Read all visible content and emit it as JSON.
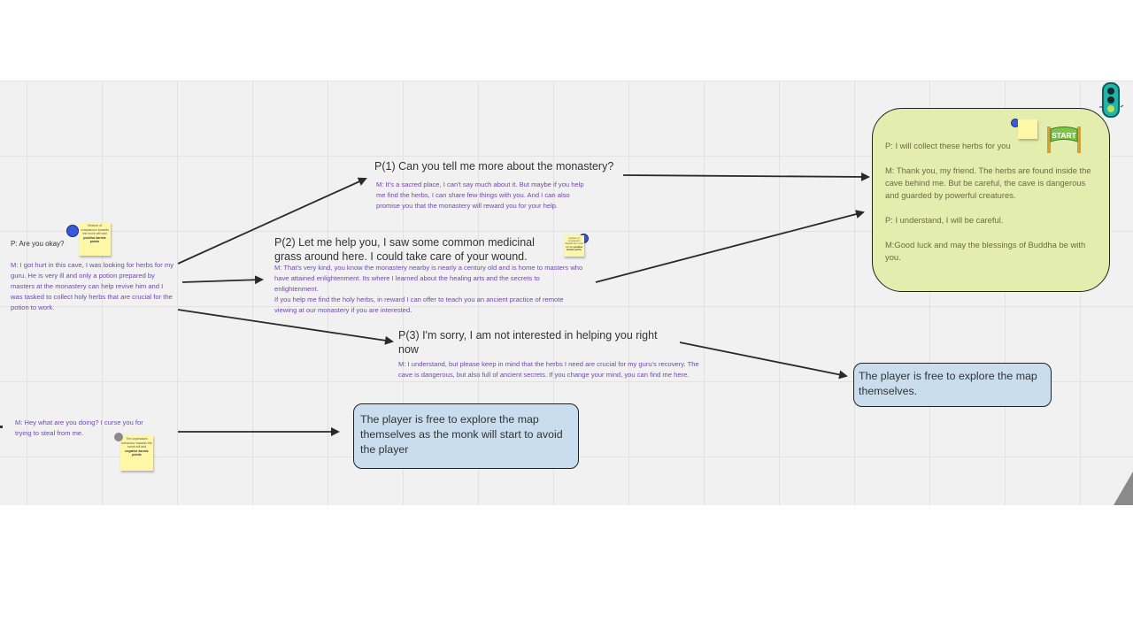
{
  "left": {
    "p_question": "P: Are you okay?",
    "m_story": "M: I got hurt in this cave, I was looking for herbs for my guru. He is very ill and only a potion prepared by masters at the monastery can help revive him and I was tasked to collect holy herbs that are crucial for the potion to work.",
    "note_positive": "Gesture of compassion towards the monk will add positive karmic points",
    "note_positive_prefix": "Gesture of compassion towards the monk will add",
    "note_positive_bold": "positive karmic points",
    "m_curse": "M: Hey what are you doing? I curse you for trying to steal from me.",
    "note_negative_prefix": "The unpleasant behaviour towards the monk will add",
    "note_negative_bold": "negative karmic points"
  },
  "options": {
    "p1": "P(1) Can you tell me more about the monastery?",
    "m1": "M: It's a sacred place, I can't say much about it. But maybe if you help me find the herbs, I can share few things with you. And I can also promise you that the monastery will reward you for your help.",
    "p2": "P(2) Let me help you, I saw some common medicinal grass around here. I could take care of your wound.",
    "m2": "M: That's very kind, you know the monastery nearby is nearly a century old and is home to masters who have attained enlightenment. Its where I learned about the healing arts and the secrets to enlightenment.",
    "m2b": "If you help me find the holy herbs, in reward I can offer to teach you an ancient practice of remote viewing at our monastery if you are interested.",
    "p3": "P(3) I'm sorry, I am not interested in helping you right now",
    "m3": "M: I understand, but please keep in mind that the herbs I need are crucial for my guru's recovery. The cave is dangerous, but also full of ancient secrets. If you change your mind, you can find me here.",
    "note_p2_prefix": "Gesture of compassion towards the monk will add",
    "note_p2_bold": "positive karmic points"
  },
  "outcomes": {
    "green_p": "P: I will collect these herbs for you",
    "green_m": "M: Thank you, my friend. The herbs are found inside the cave behind me. But be careful, the cave is dangerous and guarded by powerful creatures.",
    "green_p2": "P: I understand, I will be careful.",
    "green_m2": "M:Good luck and may the blessings of Buddha be with you.",
    "start_label": "START",
    "explore_short": "The player is free to explore the map themselves.",
    "explore_avoid": "The player is free to explore the map themselves as the monk will start to avoid the player"
  },
  "colors": {
    "board": "#f1f1f1",
    "green_box": "#e3edae",
    "blue_box": "#c9ddef",
    "monk_text": "#7048b0",
    "sticky": "#fff7a8"
  },
  "icons": [
    "traffic-light-icon",
    "start-banner-icon",
    "monk-avatar-icon",
    "sticky-note"
  ]
}
